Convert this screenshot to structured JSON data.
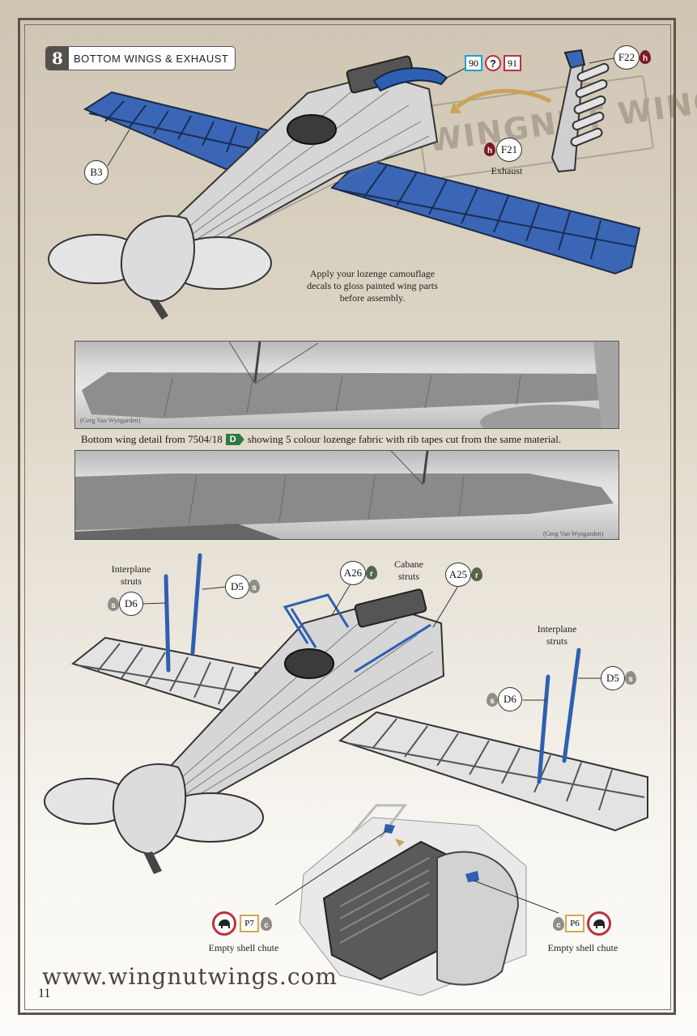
{
  "header": {
    "step_number": "8",
    "step_title": "BOTTOM WINGS & EXHAUST"
  },
  "step8": {
    "callout_b3": "B3",
    "box_90": "90",
    "box_91": "91",
    "question_mark": "?",
    "callout_f22": "F22",
    "callout_f21": "F21",
    "paint_h": "h",
    "exhaust_label": "Exhaust",
    "watermark": "WINGNUT WINGS",
    "note_line1": "Apply your lozenge camouflage",
    "note_line2": "decals to gloss painted wing parts",
    "note_line3": "before assembly."
  },
  "photos": {
    "credit_top": "(Greg Van Wyngarden)",
    "credit_bottom": "(Greg Van Wyngarden)",
    "caption_before": "Bottom wing detail from 7504/18",
    "caption_tag": "D",
    "caption_after": "showing 5 colour lozenge fabric with rib tapes cut from the same material."
  },
  "step9": {
    "interplane_left_line1": "Interplane",
    "interplane_left_line2": "struts",
    "interplane_right_line1": "Interplane",
    "interplane_right_line2": "struts",
    "cabane_line1": "Cabane",
    "cabane_line2": "struts",
    "callout_d5": "D5",
    "callout_d6": "D6",
    "callout_a26": "A26",
    "callout_a25": "A25",
    "paint_s": "s",
    "paint_r": "r",
    "paint_c": "c",
    "callout_p7": "P7",
    "callout_p6": "P6",
    "shell_chute_left": "Empty shell chute",
    "shell_chute_right": "Empty shell chute"
  },
  "footer": {
    "website": "www.wingnutwings.com",
    "page_number": "11"
  },
  "colors": {
    "wing_blue": "#3a66b5",
    "strut_blue": "#2f5fb0",
    "paint_red": "#7a1a24",
    "paint_green": "#53654a",
    "decal_green": "#2e7a3e"
  }
}
